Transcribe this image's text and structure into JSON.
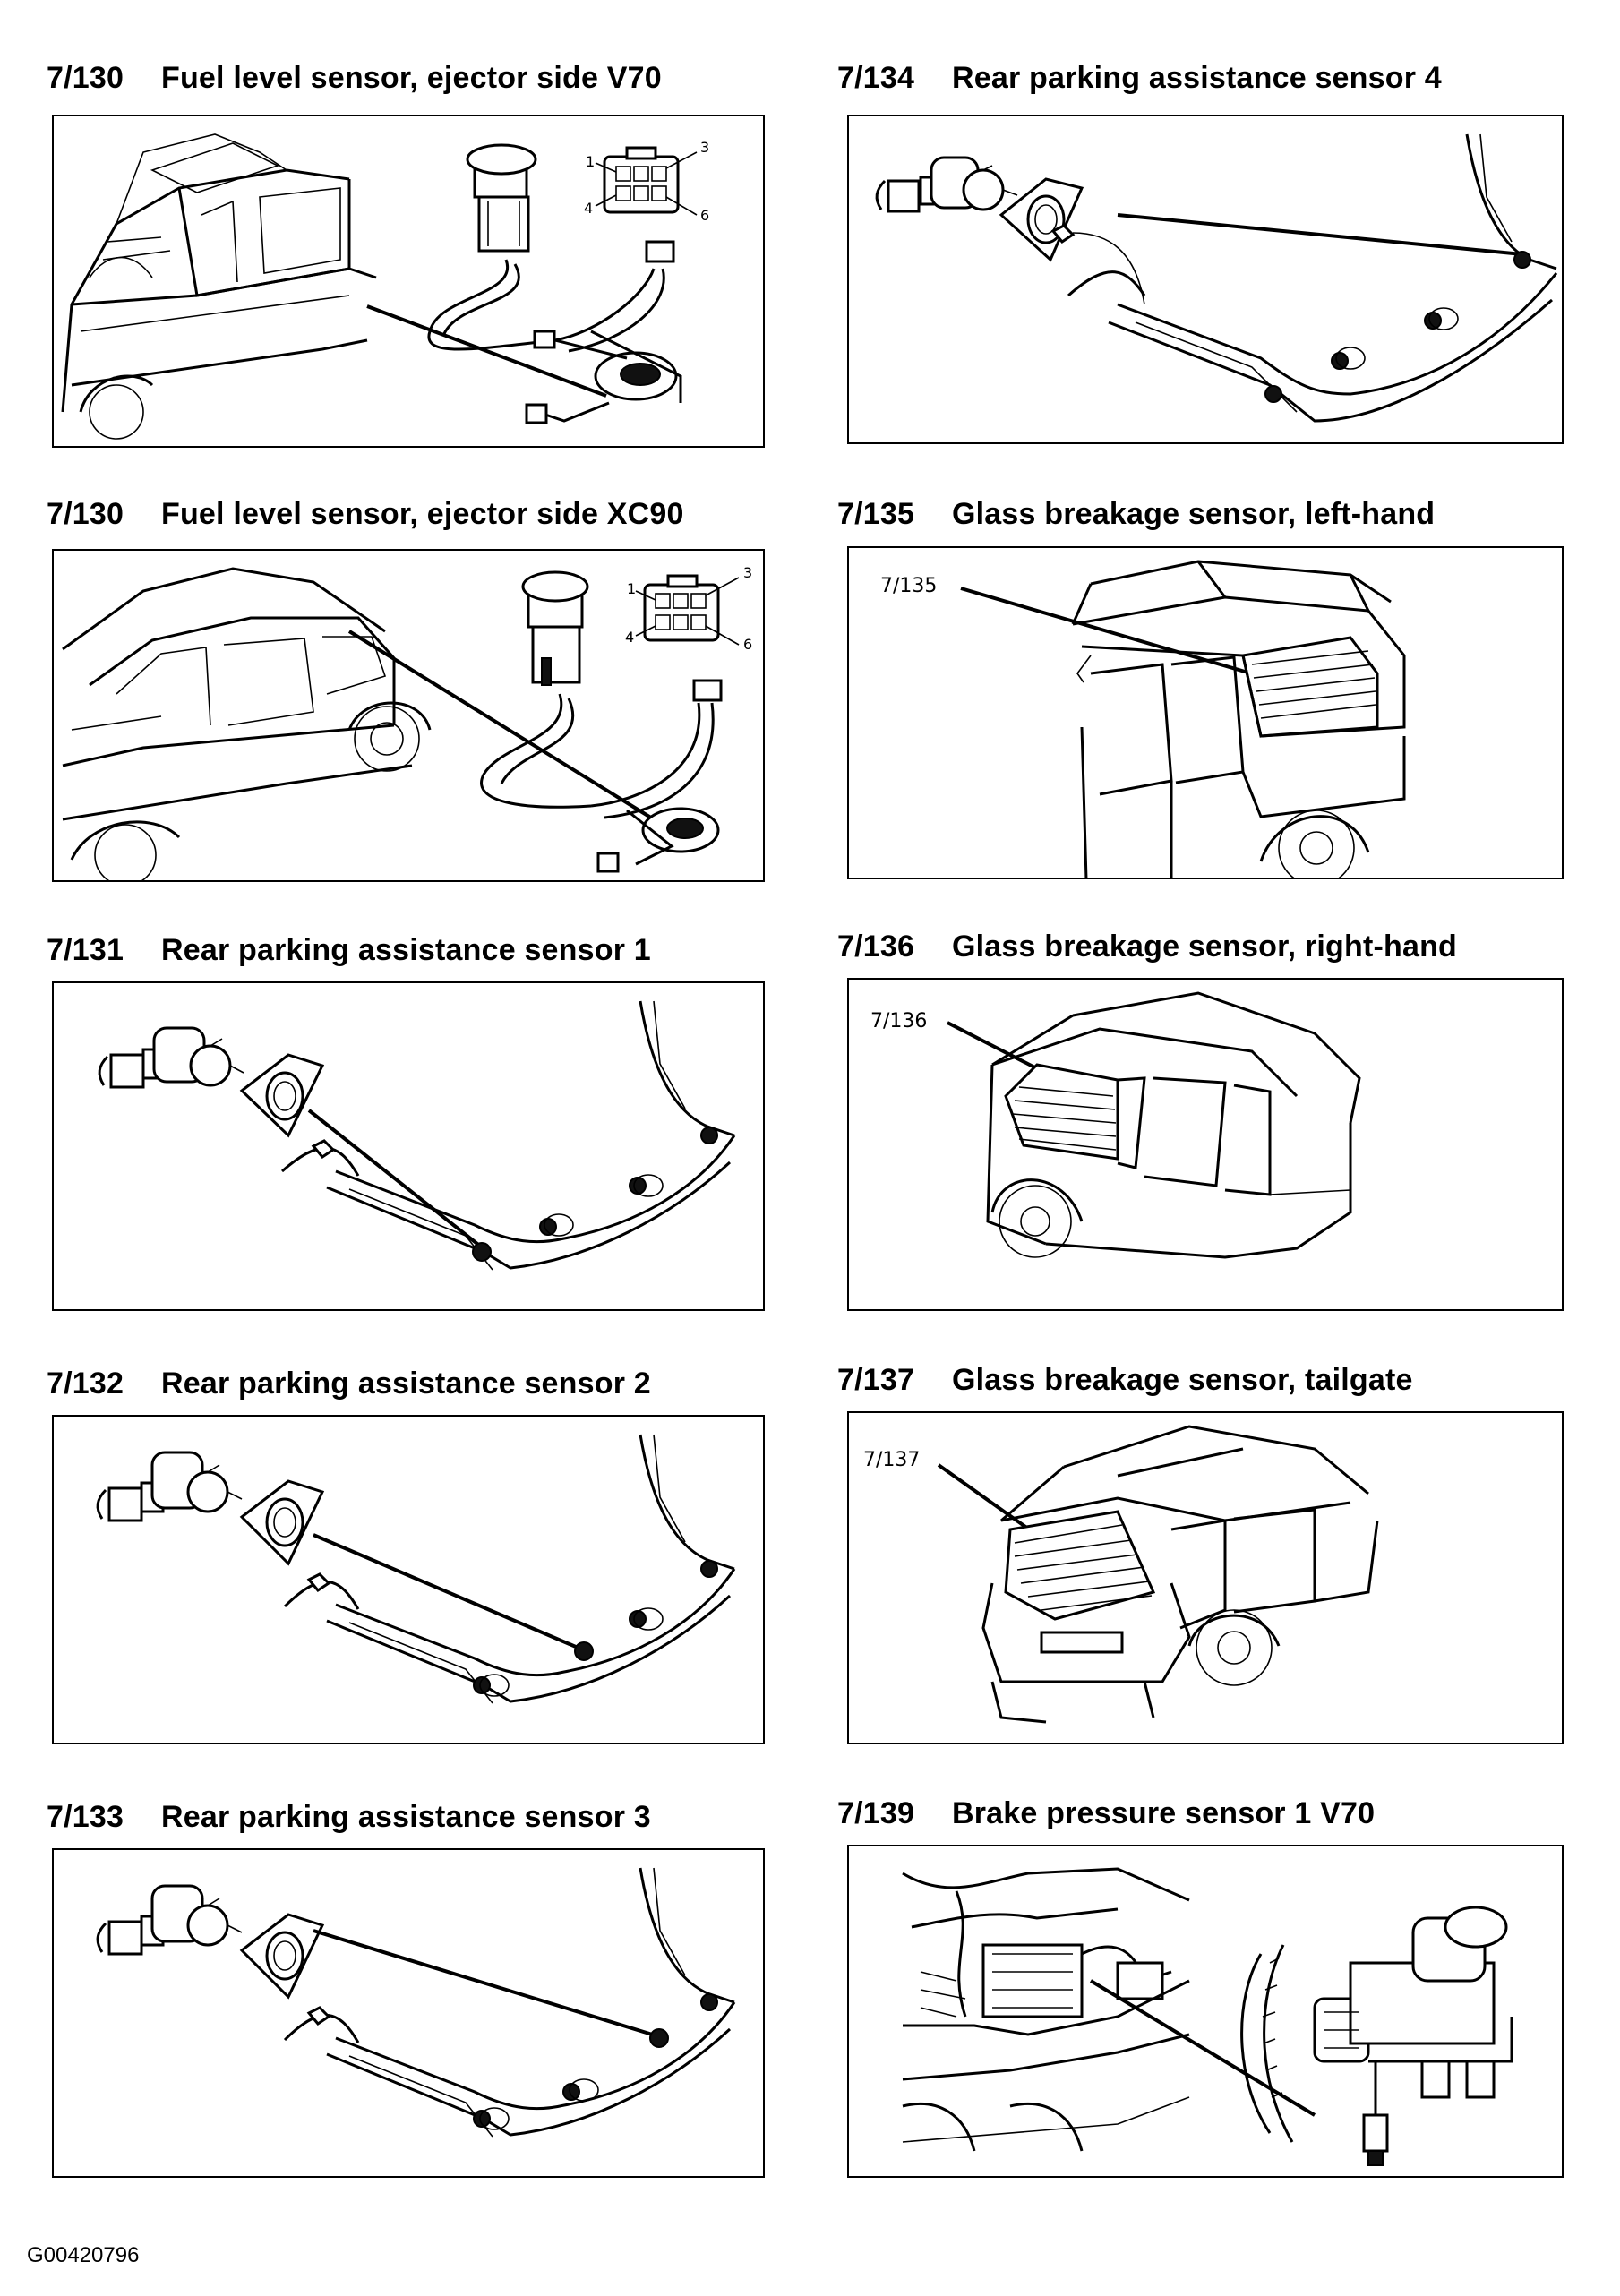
{
  "panels": [
    {
      "code": "7/130",
      "title": "Fuel level sensor, ejector side V70",
      "art": "fuel-v70",
      "pins": [
        "1",
        "3",
        "4",
        "6"
      ]
    },
    {
      "code": "7/134",
      "title": "Rear parking assistance sensor 4",
      "art": "bumper-4"
    },
    {
      "code": "7/130",
      "title": "Fuel level sensor, ejector side XC90",
      "art": "fuel-xc90",
      "pins": [
        "1",
        "3",
        "4",
        "6"
      ]
    },
    {
      "code": "7/135",
      "title": "Glass breakage sensor, left-hand",
      "art": "glass-left",
      "callout": "7/135"
    },
    {
      "code": "7/131",
      "title": "Rear parking assistance sensor 1",
      "art": "bumper-1"
    },
    {
      "code": "7/136",
      "title": "Glass breakage sensor, right-hand",
      "art": "glass-right",
      "callout": "7/136"
    },
    {
      "code": "7/132",
      "title": "Rear parking assistance sensor 2",
      "art": "bumper-2"
    },
    {
      "code": "7/137",
      "title": "Glass breakage sensor, tailgate",
      "art": "glass-tailgate",
      "callout": "7/137"
    },
    {
      "code": "7/133",
      "title": "Rear parking assistance sensor 3",
      "art": "bumper-3"
    },
    {
      "code": "7/139",
      "title": "Brake pressure sensor 1 V70",
      "art": "brake"
    }
  ],
  "footer": {
    "image_code": "G00420796"
  }
}
